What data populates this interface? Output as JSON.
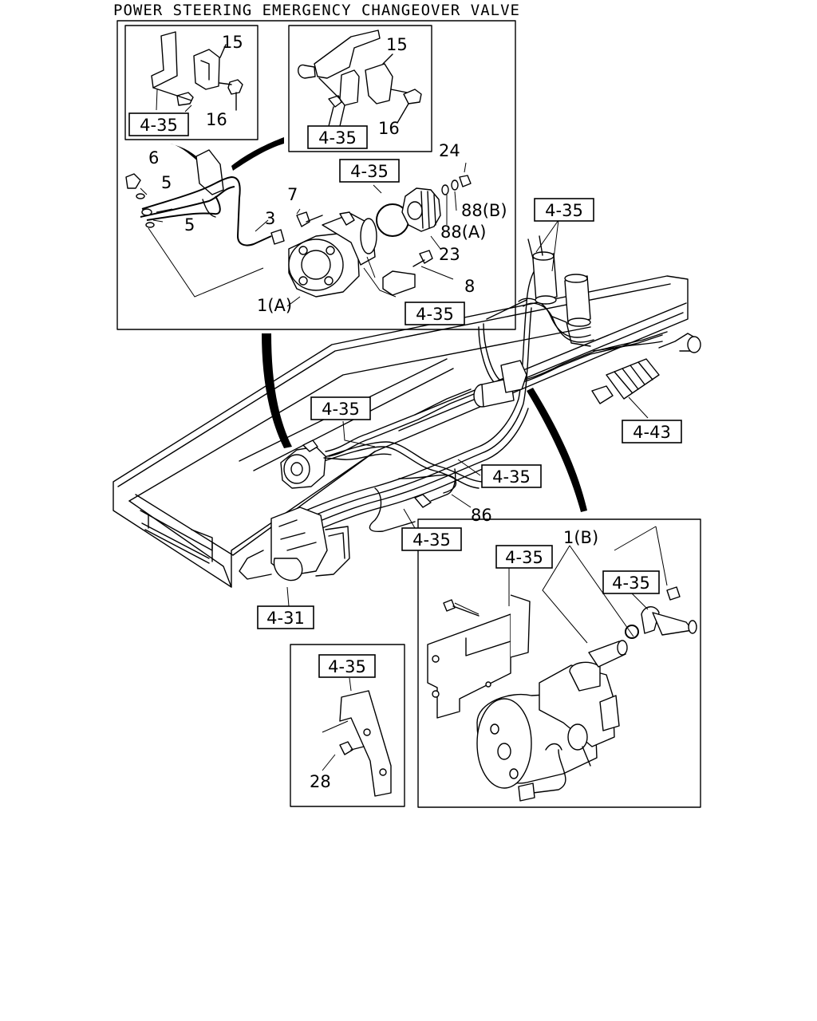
{
  "title": "POWER STEERING EMERGENCY CHANGEOVER VALVE",
  "callouts": {
    "ref_4_35": "4-35",
    "ref_4_31": "4-31",
    "ref_4_43": "4-43",
    "p15": "15",
    "p16": "16",
    "p6": "6",
    "p5": "5",
    "p3": "3",
    "p7": "7",
    "p24": "24",
    "p88b": "88(B)",
    "p88a": "88(A)",
    "p23": "23",
    "p8": "8",
    "p1a": "1(A)",
    "p1b": "1(B)",
    "p86": "86",
    "p28": "28"
  }
}
